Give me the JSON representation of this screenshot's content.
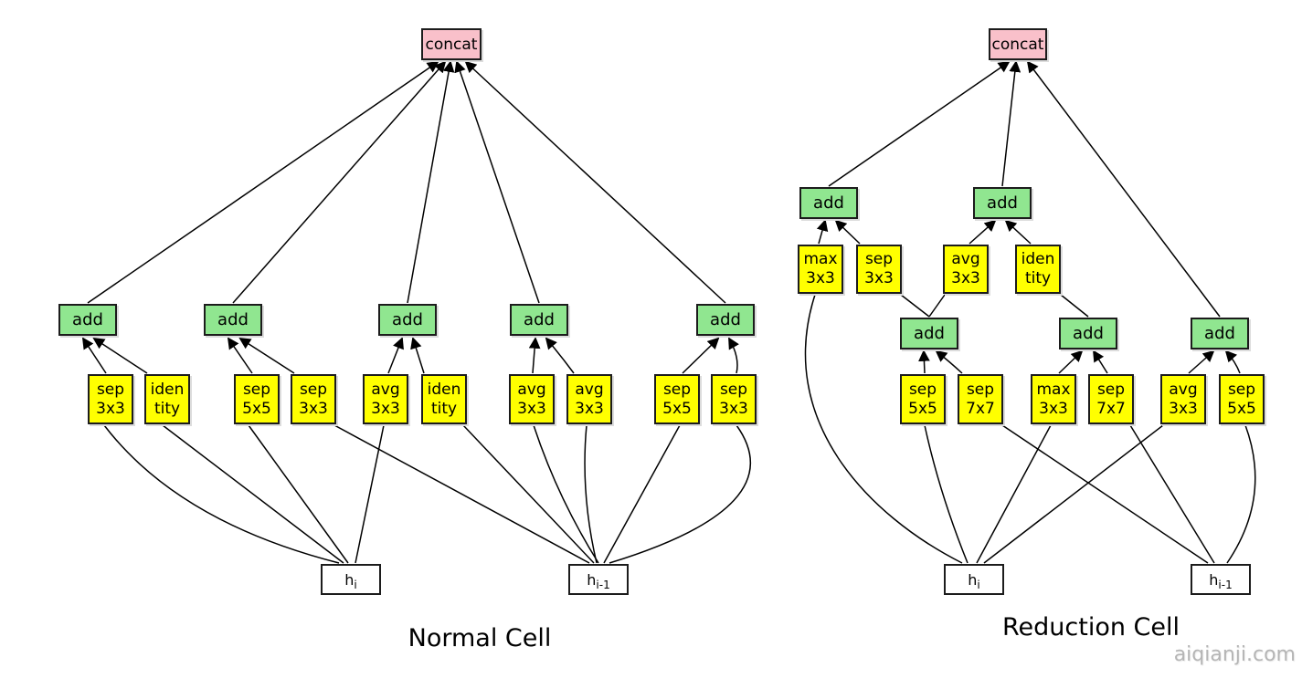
{
  "watermark": "aiqianji.com",
  "colors": {
    "concat_fill": "#f9c0ca",
    "add_fill": "#90e690",
    "op_fill": "#ffff00",
    "input_fill": "#ffffff",
    "edge": "#000000",
    "watermark_color": "#b5b5b5"
  },
  "normal_cell": {
    "title": "Normal Cell",
    "concat_label": "concat",
    "concat_from": [
      "add1",
      "add2",
      "add3",
      "add4",
      "add5"
    ],
    "adds": [
      "add",
      "add",
      "add",
      "add",
      "add"
    ],
    "ops": [
      {
        "line1": "sep",
        "line2": "3x3",
        "from": "h_i",
        "to": "add1"
      },
      {
        "line1": "iden",
        "line2": "tity",
        "from": "h_i",
        "to": "add1"
      },
      {
        "line1": "sep",
        "line2": "5x5",
        "from": "h_i",
        "to": "add2"
      },
      {
        "line1": "sep",
        "line2": "3x3",
        "from": "h_i-1",
        "to": "add2"
      },
      {
        "line1": "avg",
        "line2": "3x3",
        "from": "h_i",
        "to": "add3"
      },
      {
        "line1": "iden",
        "line2": "tity",
        "from": "h_i-1",
        "to": "add3"
      },
      {
        "line1": "avg",
        "line2": "3x3",
        "from": "h_i-1",
        "to": "add4"
      },
      {
        "line1": "avg",
        "line2": "3x3",
        "from": "h_i-1",
        "to": "add4"
      },
      {
        "line1": "sep",
        "line2": "5x5",
        "from": "h_i-1",
        "to": "add5"
      },
      {
        "line1": "sep",
        "line2": "3x3",
        "from": "h_i-1",
        "to": "add5"
      }
    ],
    "inputs": [
      {
        "base": "h",
        "sub": "i"
      },
      {
        "base": "h",
        "sub": "i-1"
      }
    ]
  },
  "reduction_cell": {
    "title": "Reduction Cell",
    "concat_label": "concat",
    "concat_from": [
      "add_upper_1",
      "add_upper_2",
      "add_lower_3"
    ],
    "upper_adds": [
      "add",
      "add"
    ],
    "upper_ops": [
      {
        "line1": "max",
        "line2": "3x3",
        "from": "h_i",
        "to": "add_upper_1"
      },
      {
        "line1": "sep",
        "line2": "3x3",
        "from": "add_lower_1",
        "to": "add_upper_1"
      },
      {
        "line1": "avg",
        "line2": "3x3",
        "from": "add_lower_1",
        "to": "add_upper_2"
      },
      {
        "line1": "iden",
        "line2": "tity",
        "from": "add_lower_2",
        "to": "add_upper_2"
      }
    ],
    "lower_adds": [
      "add",
      "add",
      "add"
    ],
    "lower_ops": [
      {
        "line1": "sep",
        "line2": "5x5",
        "from": "h_i",
        "to": "add_lower_1"
      },
      {
        "line1": "sep",
        "line2": "7x7",
        "from": "h_i-1",
        "to": "add_lower_1"
      },
      {
        "line1": "max",
        "line2": "3x3",
        "from": "h_i",
        "to": "add_lower_2"
      },
      {
        "line1": "sep",
        "line2": "7x7",
        "from": "h_i-1",
        "to": "add_lower_2"
      },
      {
        "line1": "avg",
        "line2": "3x3",
        "from": "h_i",
        "to": "add_lower_3"
      },
      {
        "line1": "sep",
        "line2": "5x5",
        "from": "h_i-1",
        "to": "add_lower_3"
      }
    ],
    "inputs": [
      {
        "base": "h",
        "sub": "i"
      },
      {
        "base": "h",
        "sub": "i-1"
      }
    ]
  }
}
